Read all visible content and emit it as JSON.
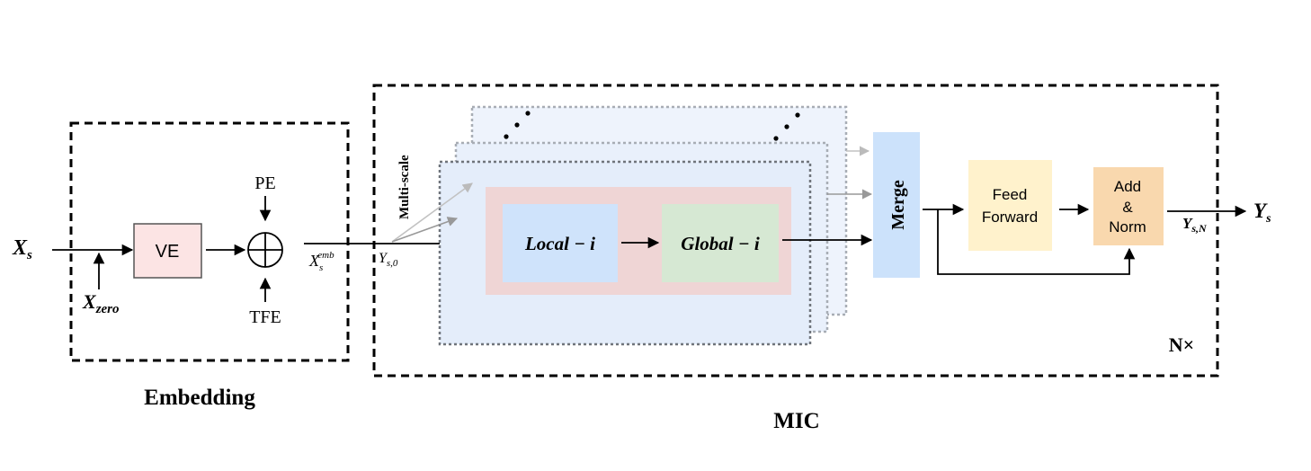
{
  "embedding": {
    "title": "Embedding",
    "input_label": "X",
    "input_sub": "s",
    "zero_label": "X",
    "zero_sub": "zero",
    "ve_label": "VE",
    "pe_label": "PE",
    "tfe_label": "TFE",
    "output_label": "X",
    "output_sub": "s",
    "output_sup": "emb"
  },
  "mic": {
    "title": "MIC",
    "repeat_label": "N×",
    "multiscale_label": "Multi-scale",
    "ys0_label": "Y",
    "ys0_sub": "s,0",
    "local_label": "Local − i",
    "global_label": "Global − i",
    "merge_label": "Merge",
    "ff_line1": "Feed",
    "ff_line2": "Forward",
    "addnorm_line1": "Add",
    "addnorm_line2": "&",
    "addnorm_line3": "Norm",
    "ysn_label": "Y",
    "ysn_sub": "s,N",
    "output_label": "Y",
    "output_sub": "s"
  },
  "colors": {
    "ve_fill": "#fce4e4",
    "scale_fill": "#e9f0fb",
    "inner_fill": "#efd5d5",
    "local_fill": "#cfe3fb",
    "global_fill": "#d6e8d3",
    "merge_fill": "#cce2fb",
    "ff_fill": "#fff2cc",
    "addnorm_fill": "#f9d8ae"
  }
}
